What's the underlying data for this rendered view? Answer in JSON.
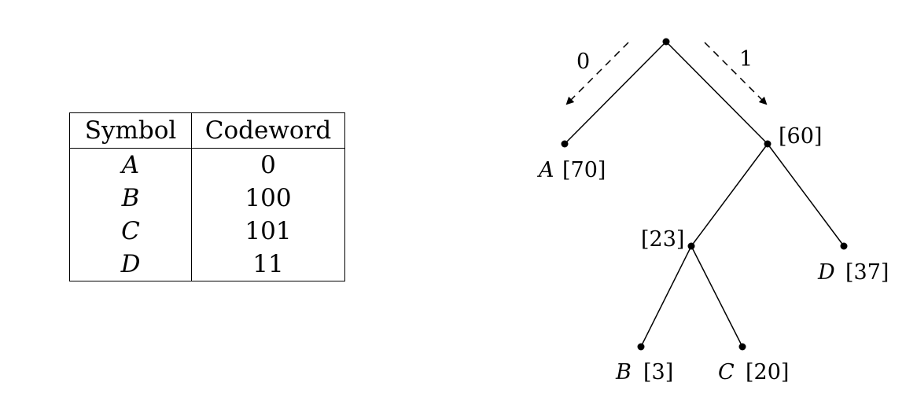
{
  "table": {
    "headers": [
      "Symbol",
      "Codeword"
    ],
    "rows": [
      {
        "symbol": "A",
        "codeword": "0"
      },
      {
        "symbol": "B",
        "codeword": "100"
      },
      {
        "symbol": "C",
        "codeword": "101"
      },
      {
        "symbol": "D",
        "codeword": "11"
      }
    ]
  },
  "tree": {
    "edge_labels": {
      "left": "0",
      "right": "1"
    },
    "nodes": {
      "n60": {
        "weight": "[60]"
      },
      "n23": {
        "weight": "[23]"
      },
      "A": {
        "symbol": "A",
        "weight": "[70]"
      },
      "D": {
        "symbol": "D",
        "weight": "[37]"
      },
      "B": {
        "symbol": "B",
        "weight": "[3]"
      },
      "C": {
        "symbol": "C",
        "weight": "[20]"
      }
    }
  }
}
